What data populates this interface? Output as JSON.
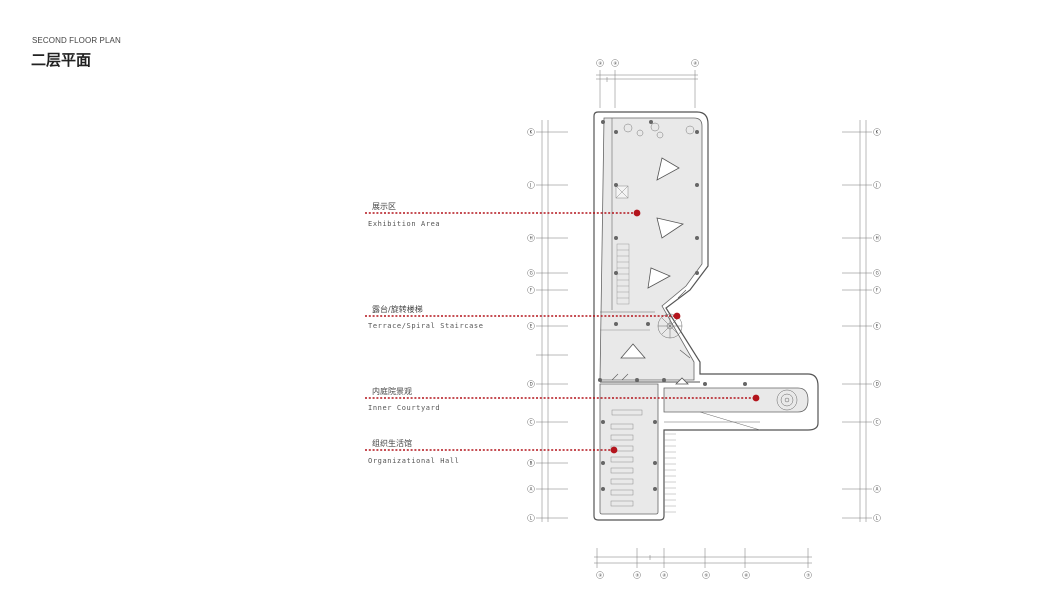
{
  "header": {
    "subtitle": "SECOND FLOOR PLAN",
    "title": "二层平面"
  },
  "callouts": [
    {
      "cn": "展示区",
      "en": "Exhibition Area"
    },
    {
      "cn": "露台/旋转楼梯",
      "en": "Terrace/Spiral Staircase"
    },
    {
      "cn": "内庭院景观",
      "en": "Inner Courtyard"
    },
    {
      "cn": "组织生活馆",
      "en": "Organizational Hall"
    }
  ],
  "grid": {
    "top_labels": [
      "①",
      "②",
      "④"
    ],
    "bottom_labels": [
      "①",
      "③",
      "④",
      "⑤",
      "⑥",
      "⑦"
    ],
    "left_labels": [
      "K",
      "J",
      "H",
      "G",
      "F",
      "E",
      "D",
      "C",
      "B",
      "A",
      "L"
    ],
    "right_labels": [
      "K",
      "J",
      "H",
      "G",
      "F",
      "E",
      "D",
      "C",
      "A",
      "L"
    ]
  },
  "colors": {
    "accent": "#b3141c",
    "floor": "#e9e9e9",
    "wall": "#555555"
  }
}
